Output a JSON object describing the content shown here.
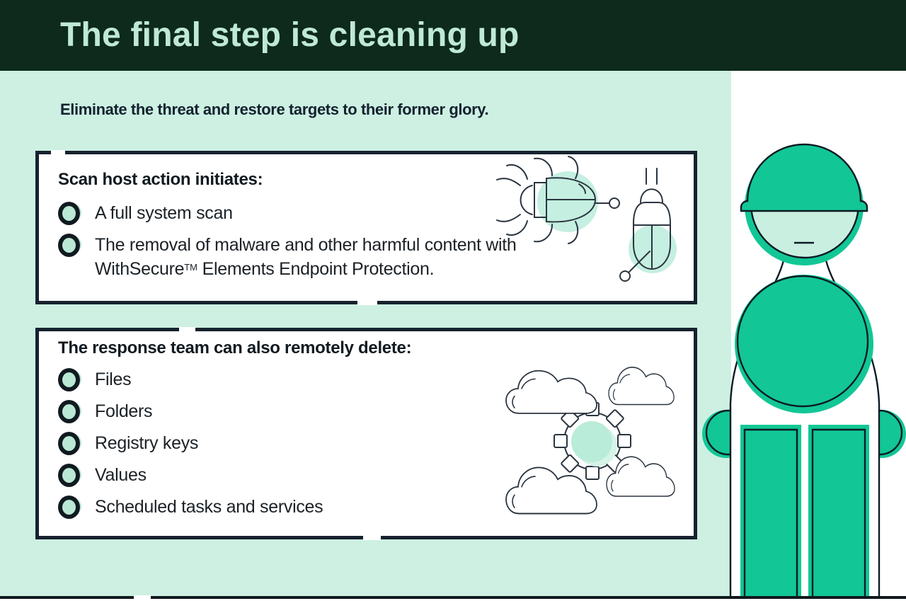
{
  "header": {
    "title": "The final step is cleaning up"
  },
  "intro": {
    "text": "Eliminate the threat and restore targets to their former glory."
  },
  "cards": [
    {
      "heading": "Scan host action initiates:",
      "items": [
        "A full system scan"
      ],
      "item2": {
        "pre": "The removal of malware and other harmful content with WithSecure",
        "tm": "TM",
        "post": " Elements Endpoint Protection."
      }
    },
    {
      "heading": "The response team can also remotely delete:",
      "items": [
        "Files",
        "Folders",
        "Registry keys",
        "Values",
        "Scheduled tasks and services"
      ]
    }
  ],
  "icons": {
    "bullet": "circle-bullet-icon",
    "card1_illustration": "malware-bugs-icon",
    "card2_illustration": "cloud-gear-icon",
    "right_illustration": "response-worker-figure"
  },
  "colors": {
    "header_bg": "#0D2A1C",
    "title_text": "#BFE9D6",
    "mint_bg": "#CDF0E3",
    "mint_light": "#C9EFE0",
    "accent_green": "#12C795",
    "ink": "#16222E",
    "line_black": "#10181E"
  }
}
